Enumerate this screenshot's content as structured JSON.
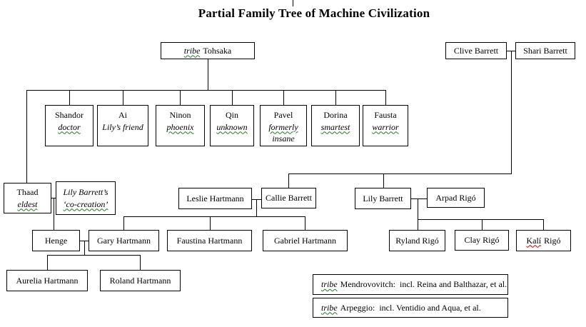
{
  "title": "Partial Family Tree of Machine Civilization",
  "colors": {
    "background": "#ffffff",
    "line": "#000000",
    "spellcheck_green": "#1e7b1e",
    "spellcheck_red": "#c40000"
  },
  "nodes": {
    "tohsaka": {
      "prefix": "tribe",
      "name": "Tohsaka"
    },
    "clive": {
      "label": "Clive Barrett"
    },
    "shari": {
      "label": "Shari Barrett"
    },
    "shandor": {
      "label": "Shandor",
      "role": "doctor"
    },
    "ai": {
      "label": "Ai",
      "role": "Lily’s friend"
    },
    "ninon": {
      "label": "Ninon",
      "role": "phoenix"
    },
    "qin": {
      "label": "Qin",
      "role": "unknown"
    },
    "pavel": {
      "label": "Pavel",
      "role": "formerly",
      "role2": "insane"
    },
    "dorina": {
      "label": "Dorina",
      "role": "smartest"
    },
    "fausta": {
      "label": "Fausta",
      "role": "warrior"
    },
    "thaad": {
      "label": "Thaad",
      "role": "eldest"
    },
    "cocreation": {
      "label": "Lily Barrett’s",
      "role": "‘co-creation’"
    },
    "leslie": {
      "label": "Leslie Hartmann"
    },
    "callie": {
      "label": "Callie Barrett"
    },
    "lily": {
      "label": "Lily Barrett"
    },
    "arpad": {
      "label": "Arpad Rigó"
    },
    "henge": {
      "label": "Henge"
    },
    "gary": {
      "label": "Gary Hartmann"
    },
    "faustina": {
      "label": "Faustina Hartmann"
    },
    "gabriel": {
      "label": "Gabriel Hartmann"
    },
    "ryland": {
      "label": "Ryland Rigó"
    },
    "clay": {
      "label": "Clay Rigó"
    },
    "kali": {
      "word1": "Kalí",
      "word2": "Rigó"
    },
    "aurelia": {
      "label": "Aurelia Hartmann"
    },
    "roland": {
      "label": "Roland Hartmann"
    },
    "mendrovovitch": {
      "prefix": "tribe",
      "text": "Mendrovovitch:  incl. Reina and Balthazar, et al."
    },
    "arpeggio": {
      "prefix": "tribe",
      "text": "Arpeggio:  incl. Ventidio and Aqua, et al."
    }
  }
}
